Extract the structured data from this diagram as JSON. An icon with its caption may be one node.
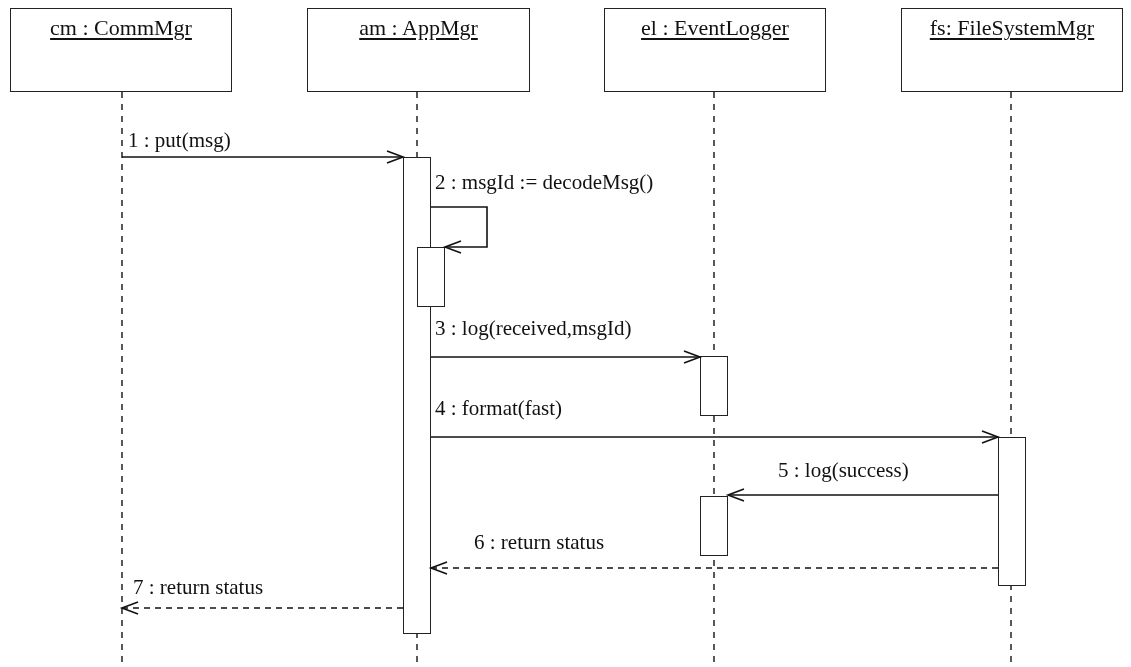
{
  "diagram": {
    "nodes": [
      {
        "text": [
          "cm : CommMgr"
        ]
      },
      {
        "text": [
          "am : AppMgr"
        ]
      },
      {
        "text": [
          "el : EventLogger"
        ]
      },
      {
        "text": [
          "fs: FileSystemMgr"
        ]
      },
      {
        "text": [],
        "shape": "bar"
      },
      {
        "text": [],
        "shape": "bar"
      },
      {
        "text": [],
        "shape": "bar"
      },
      {
        "text": [],
        "shape": "bar"
      },
      {
        "text": [],
        "shape": "bar"
      }
    ],
    "edges": [
      {
        "from": null,
        "to": 4,
        "arrow": "to",
        "label": "1 : put(msg)"
      },
      {
        "from": 4,
        "to": 5,
        "arrow": "to",
        "label": "2 : msgId := decodeMsg()"
      },
      {
        "from": 4,
        "to": 6,
        "arrow": "to",
        "label": "3 : log(received,msgId)"
      },
      {
        "from": 4,
        "to": 7,
        "arrow": "to",
        "label": "4 : format(fast)"
      },
      {
        "from": 7,
        "to": 8,
        "arrow": "to",
        "label": "5 : log(success)"
      },
      {
        "from": 7,
        "to": 4,
        "arrow": "to",
        "label": "6 : return status",
        "style": "dashed"
      },
      {
        "from": 4,
        "to": null,
        "arrow": "to",
        "label": "7 : return status",
        "style": "dashed"
      }
    ]
  }
}
